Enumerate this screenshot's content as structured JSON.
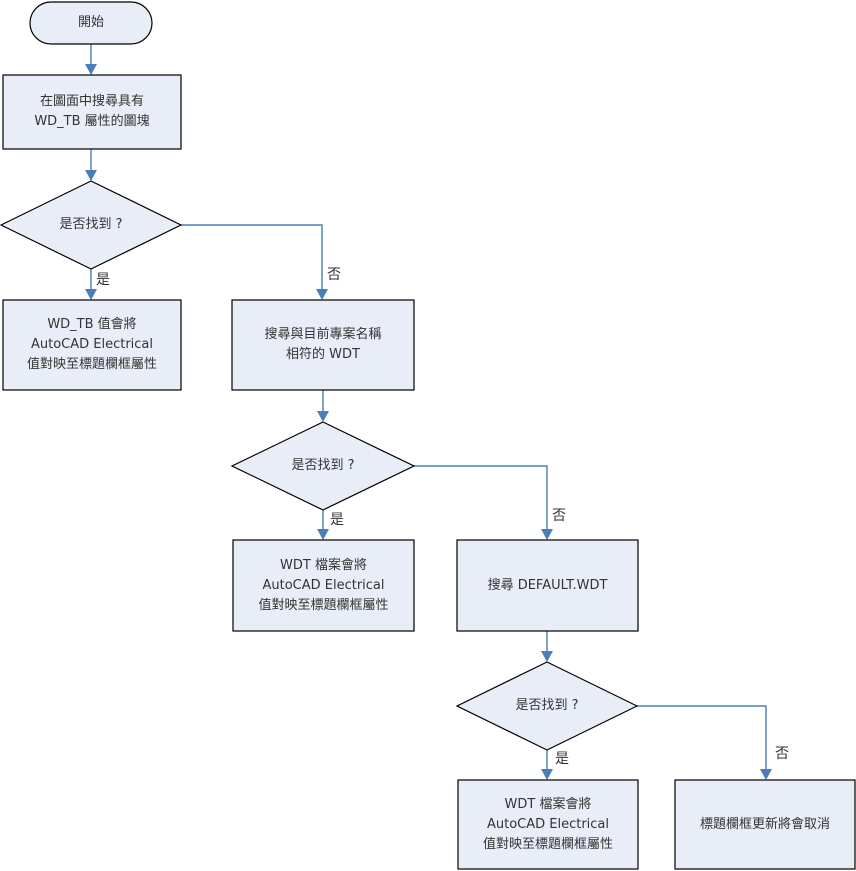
{
  "colors": {
    "node_fill": "#e8edf7",
    "node_border": "#000000",
    "connector": "#4a7ebb",
    "text": "#333333"
  },
  "nodes": {
    "start": {
      "type": "terminator",
      "label": "開始"
    },
    "search_wdtb": {
      "type": "process",
      "label": "在圖面中搜尋具有\nWD_TB 屬性的圖塊"
    },
    "decision1": {
      "type": "decision",
      "label": "是否找到 ?"
    },
    "wdtb_maps": {
      "type": "process",
      "label": "WD_TB 值會將\nAutoCAD Electrical\n值對映至標題欄框屬性"
    },
    "search_project_wdt": {
      "type": "process",
      "label": "搜尋與目前專案名稱\n相符的  WDT"
    },
    "decision2": {
      "type": "decision",
      "label": "是否找到 ?"
    },
    "wdt_maps_a": {
      "type": "process",
      "label": "WDT 檔案會將\nAutoCAD Electrical\n值對映至標題欄框屬性"
    },
    "search_default_wdt": {
      "type": "process",
      "label": "搜尋 DEFAULT.WDT"
    },
    "decision3": {
      "type": "decision",
      "label": "是否找到 ?"
    },
    "wdt_maps_b": {
      "type": "process",
      "label": "WDT 檔案會將\nAutoCAD Electrical\n值對映至標題欄框屬性"
    },
    "update_cancelled": {
      "type": "process",
      "label": "標題欄框更新將會取消"
    }
  },
  "branch_labels": {
    "d1_yes": "是",
    "d1_no": "否",
    "d2_yes": "是",
    "d2_no": "否",
    "d3_yes": "是",
    "d3_no": "否"
  }
}
